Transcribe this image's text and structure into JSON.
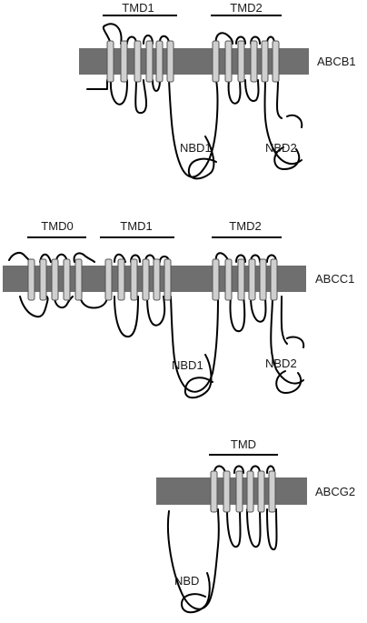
{
  "proteins": [
    {
      "name": "ABCB1",
      "domains": [
        "TMD1",
        "TMD2"
      ],
      "nbds": [
        "NBD1",
        "NBD2"
      ]
    },
    {
      "name": "ABCC1",
      "domains": [
        "TMD0",
        "TMD1",
        "TMD2"
      ],
      "nbds": [
        "NBD1",
        "NBD2"
      ]
    },
    {
      "name": "ABCG2",
      "domains": [
        "TMD"
      ],
      "nbds": [
        "NBD"
      ]
    }
  ],
  "colors": {
    "membrane": "#6f6f6f",
    "helix": "#cfcfcf",
    "line": "#000000"
  }
}
